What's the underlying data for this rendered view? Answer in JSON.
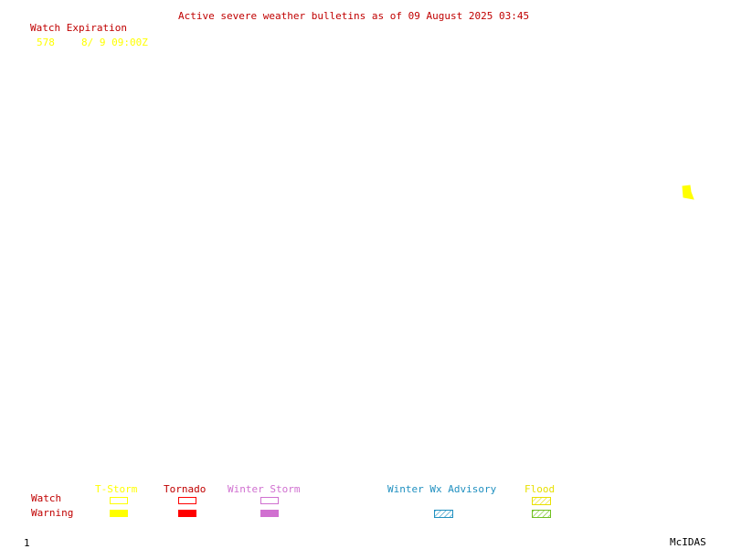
{
  "header": {
    "title": "Active severe weather bulletins as of 09 August 2025 03:45"
  },
  "watch_list": {
    "heading": "Watch Expiration",
    "rows": [
      {
        "number": "578",
        "expiration": "8/ 9 09:00Z"
      }
    ]
  },
  "legend": {
    "row_labels": {
      "watch": "Watch",
      "warning": "Warning"
    },
    "categories": [
      {
        "label": "T-Storm",
        "color": "#ffff00"
      },
      {
        "label": "Tornado",
        "color": "#ff0000"
      },
      {
        "label": "Winter Storm",
        "color": "#d070d0"
      },
      {
        "label": "Winter Wx Advisory",
        "color": "#2090c0"
      },
      {
        "label": "Flood",
        "color": "#70c020"
      }
    ]
  },
  "footer": {
    "frame_number": "1",
    "brand": "McIDAS"
  }
}
